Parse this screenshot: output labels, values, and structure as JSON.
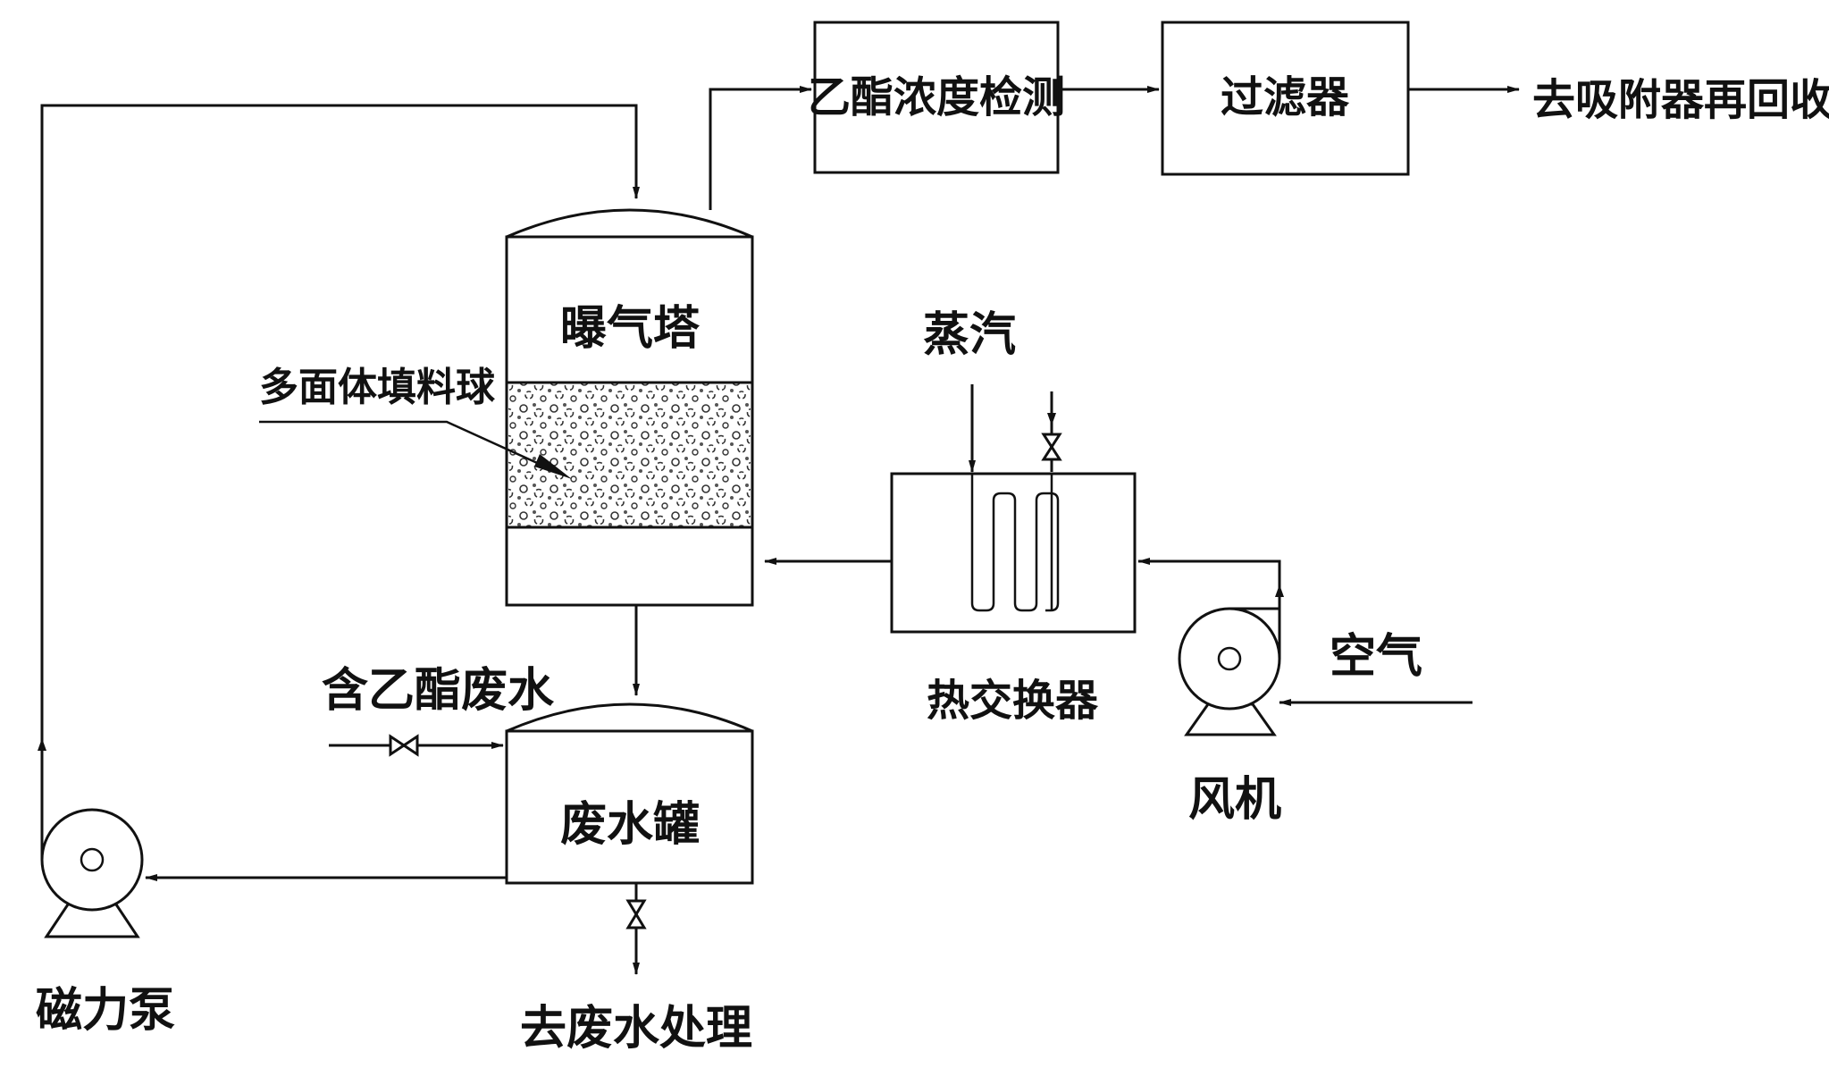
{
  "labels": {
    "ester_detection": "乙酯浓度检测",
    "filter": "过滤器",
    "to_adsorber": "去吸附器再回收",
    "aeration_tower": "曝气塔",
    "packing_ball": "多面体填料球",
    "steam": "蒸汽",
    "heat_exchanger": "热交换器",
    "air": "空气",
    "fan": "风机",
    "ester_wastewater": "含乙酯废水",
    "wastewater_tank": "废水罐",
    "magnetic_pump": "磁力泵",
    "to_wastewater_treatment": "去废水处理"
  }
}
